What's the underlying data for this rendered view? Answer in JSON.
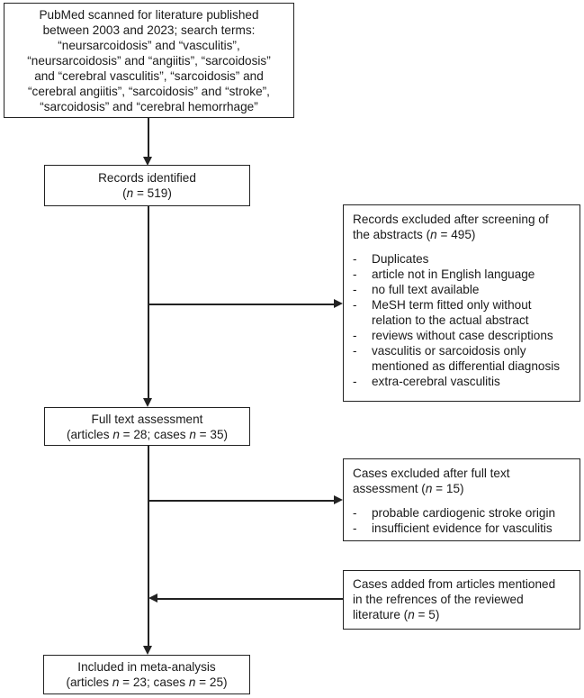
{
  "diagram": {
    "colors": {
      "line": "#222222",
      "text": "#1a1a1a",
      "background": "#ffffff"
    },
    "search_box": {
      "lines": [
        "PubMed scanned for literature published",
        "between 2003 and 2023; search terms:",
        "“neursarcoidosis” and “vasculitis”,",
        "“neursarcoidosis” and “angiitis”, “sarcoidosis”",
        "and “cerebral vasculitis”, “sarcoidosis” and",
        "“cerebral angiitis”, “sarcoidosis” and “stroke”,",
        "“sarcoidosis” and “cerebral hemorrhage”"
      ]
    },
    "records_box": {
      "line1": "Records identified",
      "stat": [
        "(",
        "n",
        " = 519)"
      ]
    },
    "excluded_abstracts_box": {
      "title1": "Records excluded after screening of",
      "title2": [
        "the abstracts (",
        "n",
        " = 495)"
      ],
      "marker": "-",
      "bullets": [
        "Duplicates",
        "article not in English language",
        "no full text available",
        "MeSH term fitted only without relation to the actual abstract",
        "reviews without case descriptions",
        "vasculitis or sarcoidosis only mentioned as differential diagnosis",
        "extra-cerebral vasculitis"
      ]
    },
    "fulltext_box": {
      "line1": "Full text assessment",
      "stat": [
        "(articles ",
        "n",
        " = 28; cases ",
        "n",
        " = 35)"
      ]
    },
    "excluded_fulltext_box": {
      "title1": "Cases excluded after full text",
      "title2": [
        "assessment (",
        "n",
        " = 15)"
      ],
      "marker": "-",
      "bullets": [
        "probable cardiogenic stroke origin",
        "insufficient evidence for vasculitis"
      ]
    },
    "added_box": {
      "line1": "Cases added from articles mentioned",
      "line2": "in the refrences of the reviewed",
      "line3": [
        "literature (",
        "n",
        " = 5)"
      ]
    },
    "included_box": {
      "line1": "Included in meta-analysis",
      "stat": [
        "(articles ",
        "n",
        " = 23; cases ",
        "n",
        " = 25)"
      ]
    }
  }
}
